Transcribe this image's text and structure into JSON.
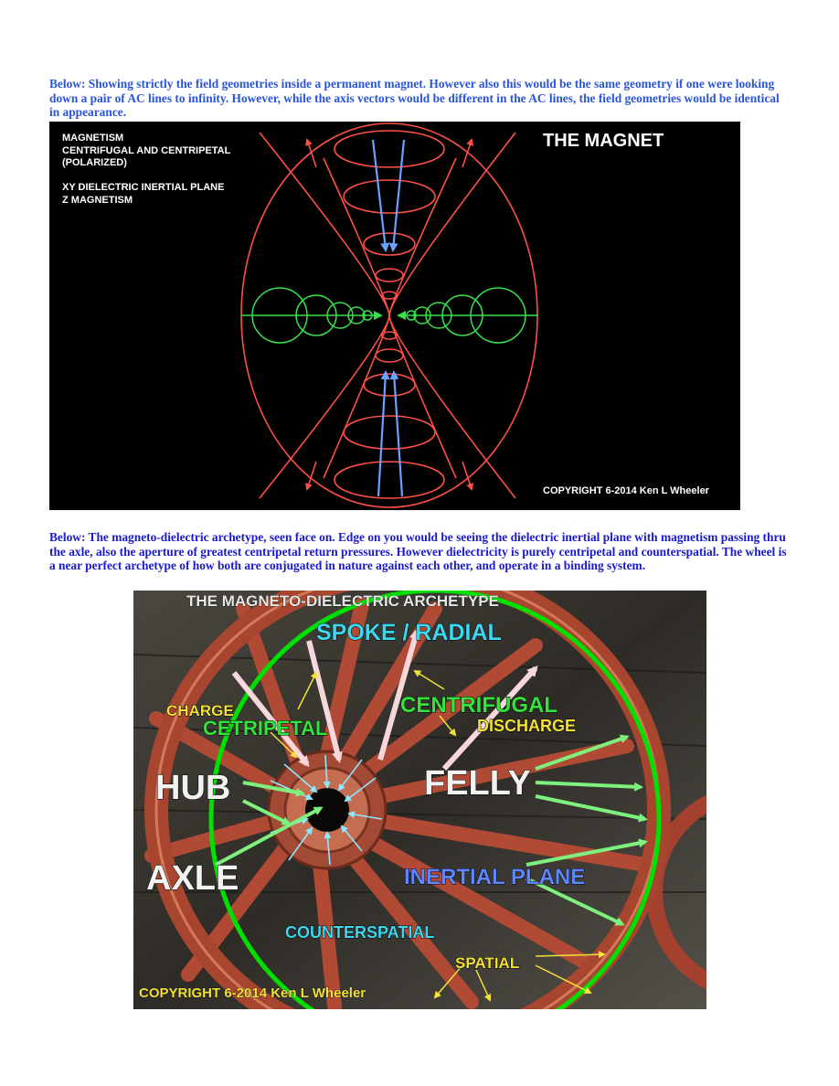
{
  "colors": {
    "caption_text": "#2a55d6",
    "caption2_text": "#1a1acc",
    "field_red": "#ff5048",
    "axis_blue": "#6aa3ff",
    "dielectric_green": "#37e04b",
    "wheel_green": "#00e000",
    "label_cyan": "#3cd8f0",
    "label_yellow": "#f2e23a",
    "label_green": "#36e23c",
    "label_blue": "#5f86ff",
    "label_white": "#f2f2f2"
  },
  "caption1": "Below: Showing strictly the field geometries inside a permanent magnet. However also this would be the same geometry if one were looking down a pair of AC lines to infinity. However, while the axis vectors would be different in the AC lines, the field geometries would be identical in appearance.",
  "magnet_figure": {
    "notes": "MAGNETISM\nCENTRIFUGAL AND CENTRIPETAL\n(POLARIZED)\n\nXY DIELECTRIC INERTIAL PLANE\nZ MAGNETISM",
    "title": "THE MAGNET",
    "copyright": "COPYRIGHT 6-2014 Ken L Wheeler"
  },
  "caption2": "Below: The magneto-dielectric archetype, seen face on. Edge on you would be seeing the dielectric inertial plane with magnetism passing thru the axle, also the aperture of greatest centripetal return pressures. However dielectricity is purely centripetal and counterspatial. The wheel is a near perfect archetype of how both are conjugated in nature against each other, and operate in a binding system.",
  "wheel_figure": {
    "title": "THE MAGNETO-DIELECTRIC ARCHETYPE",
    "labels": {
      "spoke_radial": "SPOKE / RADIAL",
      "charge": "CHARGE",
      "centripetal": "CETRIPETAL",
      "centrifugal": "CENTRIFUGAL",
      "discharge": "DISCHARGE",
      "hub": "HUB",
      "felly": "FELLY",
      "axle": "AXLE",
      "inertial_plane": "INERTIAL PLANE",
      "counterspatial": "COUNTERSPATIAL",
      "spatial": "SPATIAL"
    },
    "copyright": "COPYRIGHT 6-2014 Ken L Wheeler"
  }
}
